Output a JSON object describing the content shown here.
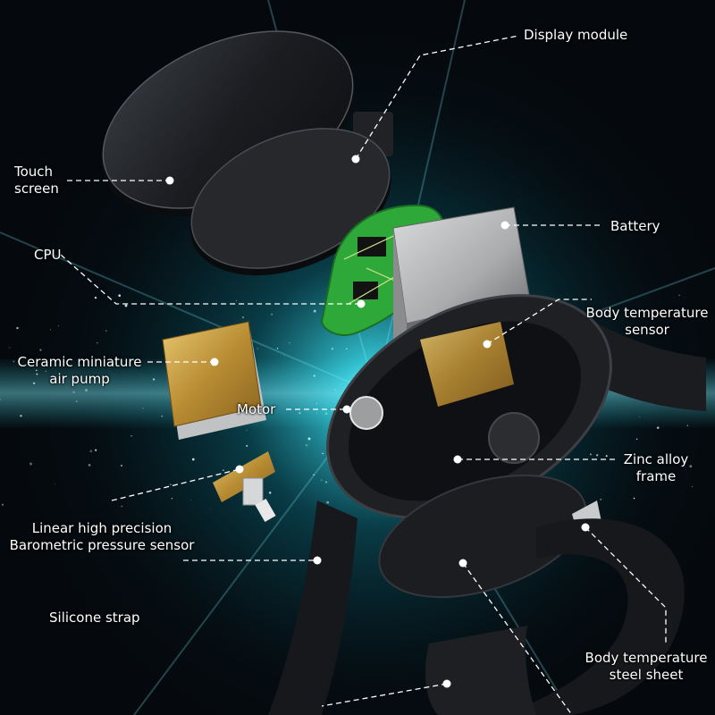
{
  "labels": {
    "display_module": [
      "Display module"
    ],
    "touch_screen": [
      "Touch",
      "screen"
    ],
    "battery": [
      "Battery"
    ],
    "cpu": [
      "CPU"
    ],
    "body_temperature_sensor": [
      "Body temperature",
      "sensor"
    ],
    "ceramic_air_pump": [
      "Ceramic miniature",
      "air pump"
    ],
    "motor": [
      "Motor"
    ],
    "zinc_alloy_frame": [
      "Zinc alloy",
      "frame"
    ],
    "barometric_sensor": [
      "Linear high precision",
      "Barometric pressure sensor"
    ],
    "silicone_strap": [
      "Silicone strap"
    ],
    "body_temperature_steel_sheet": [
      "Body temperature",
      "steel sheet"
    ]
  },
  "colors": {
    "background": "#05090d",
    "glow": "#1fc8d8",
    "leader": "#ffffff",
    "pcb": "#2fa83a",
    "gold": "#c9a24a",
    "watch_body": "#1e2024",
    "battery": "#b4b6b8"
  }
}
